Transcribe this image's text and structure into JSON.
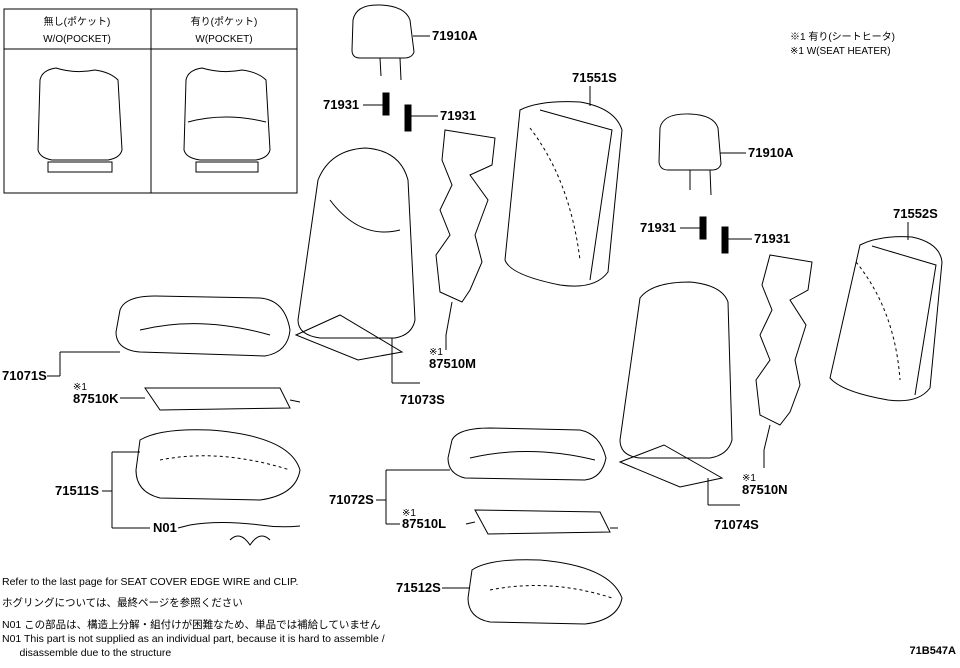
{
  "inset_table": {
    "col1": {
      "jp": "無し(ポケット)",
      "en": "W/O(POCKET)"
    },
    "col2": {
      "jp": "有り(ポケット)",
      "en": "W(POCKET)"
    }
  },
  "legend": {
    "line1": "※1 有り(シートヒータ)",
    "line2": "※1 W(SEAT HEATER)"
  },
  "labels": {
    "p71910A_1": "71910A",
    "p71931_1": "71931",
    "p71931_2": "71931",
    "p71551S": "71551S",
    "p71910A_2": "71910A",
    "p71931_3": "71931",
    "p71931_4": "71931",
    "p71552S": "71552S",
    "p71071S": "71071S",
    "p87510K": "87510K",
    "p87510M": "87510M",
    "p71073S": "71073S",
    "p71511S": "71511S",
    "pN01": "N01",
    "p71072S": "71072S",
    "p87510L": "87510L",
    "p87510N": "87510N",
    "p71074S": "71074S",
    "p71512S": "71512S",
    "mark": "※1"
  },
  "notes": {
    "line1": "Refer to the last page for SEAT COVER EDGE WIRE and CLIP.",
    "line2": "ホグリングについては、最終ページを参照ください",
    "line3": "N01 この部品は、構造上分解・組付けが困難なため、単品では補給していません",
    "line4": "N01 This part is not supplied as an individual part, because it is hard to assemble /",
    "line5": "      disassemble due to the structure"
  },
  "diagram_id": "71B547A"
}
